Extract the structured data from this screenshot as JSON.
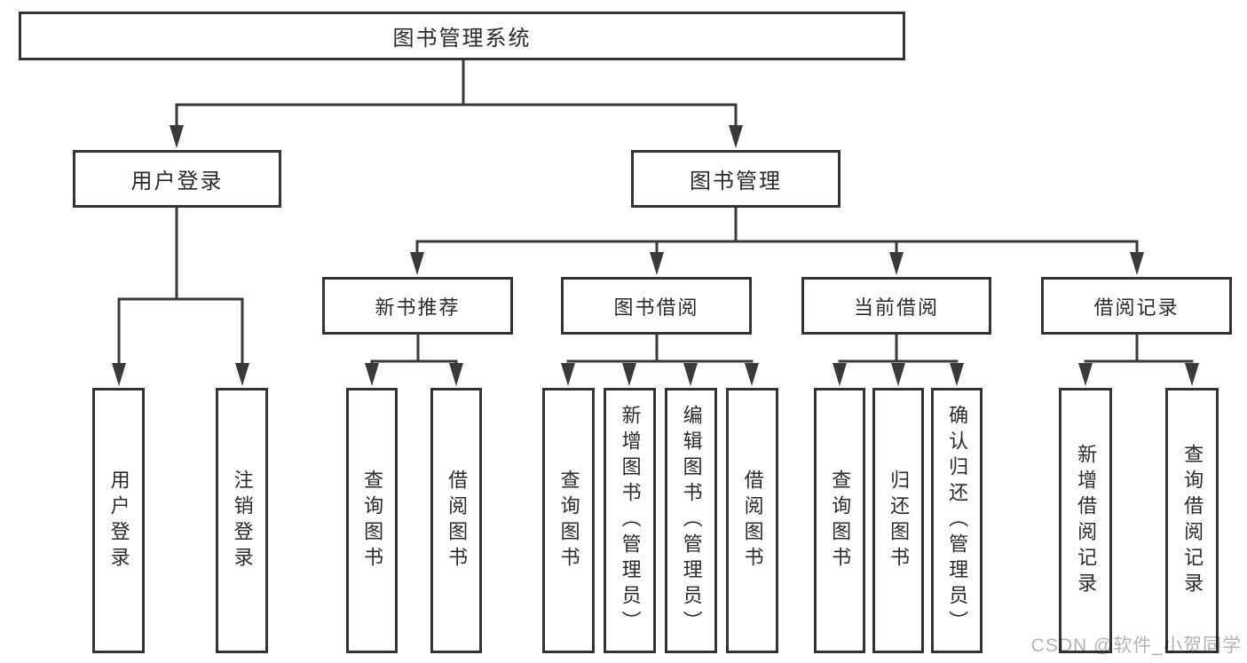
{
  "diagram_title": "图书管理系统",
  "tree": {
    "label": "图书管理系统",
    "children": [
      {
        "label": "用户登录",
        "children": [
          {
            "label": "用户登录"
          },
          {
            "label": "注销登录"
          }
        ]
      },
      {
        "label": "图书管理",
        "children": [
          {
            "label": "新书推荐",
            "children": [
              {
                "label": "查询图书"
              },
              {
                "label": "借阅图书"
              }
            ]
          },
          {
            "label": "图书借阅",
            "children": [
              {
                "label": "查询图书"
              },
              {
                "label": "新增图书（管理员）"
              },
              {
                "label": "编辑图书（管理员）"
              },
              {
                "label": "借阅图书"
              }
            ]
          },
          {
            "label": "当前借阅",
            "children": [
              {
                "label": "查询图书"
              },
              {
                "label": "归还图书"
              },
              {
                "label": "确认归还（管理员）"
              }
            ]
          },
          {
            "label": "借阅记录",
            "children": [
              {
                "label": "新增借阅记录"
              },
              {
                "label": "查询借阅记录"
              }
            ]
          }
        ]
      }
    ]
  },
  "watermark": {
    "text": "CSDN @软件_小贺同学"
  },
  "colors": {
    "line": "#3a3a3a",
    "box_border": "#333333",
    "box_background": "#ffffff",
    "text": "#2b2b2b",
    "watermark": "#b3b3b3",
    "page_background": "#ffffff"
  }
}
